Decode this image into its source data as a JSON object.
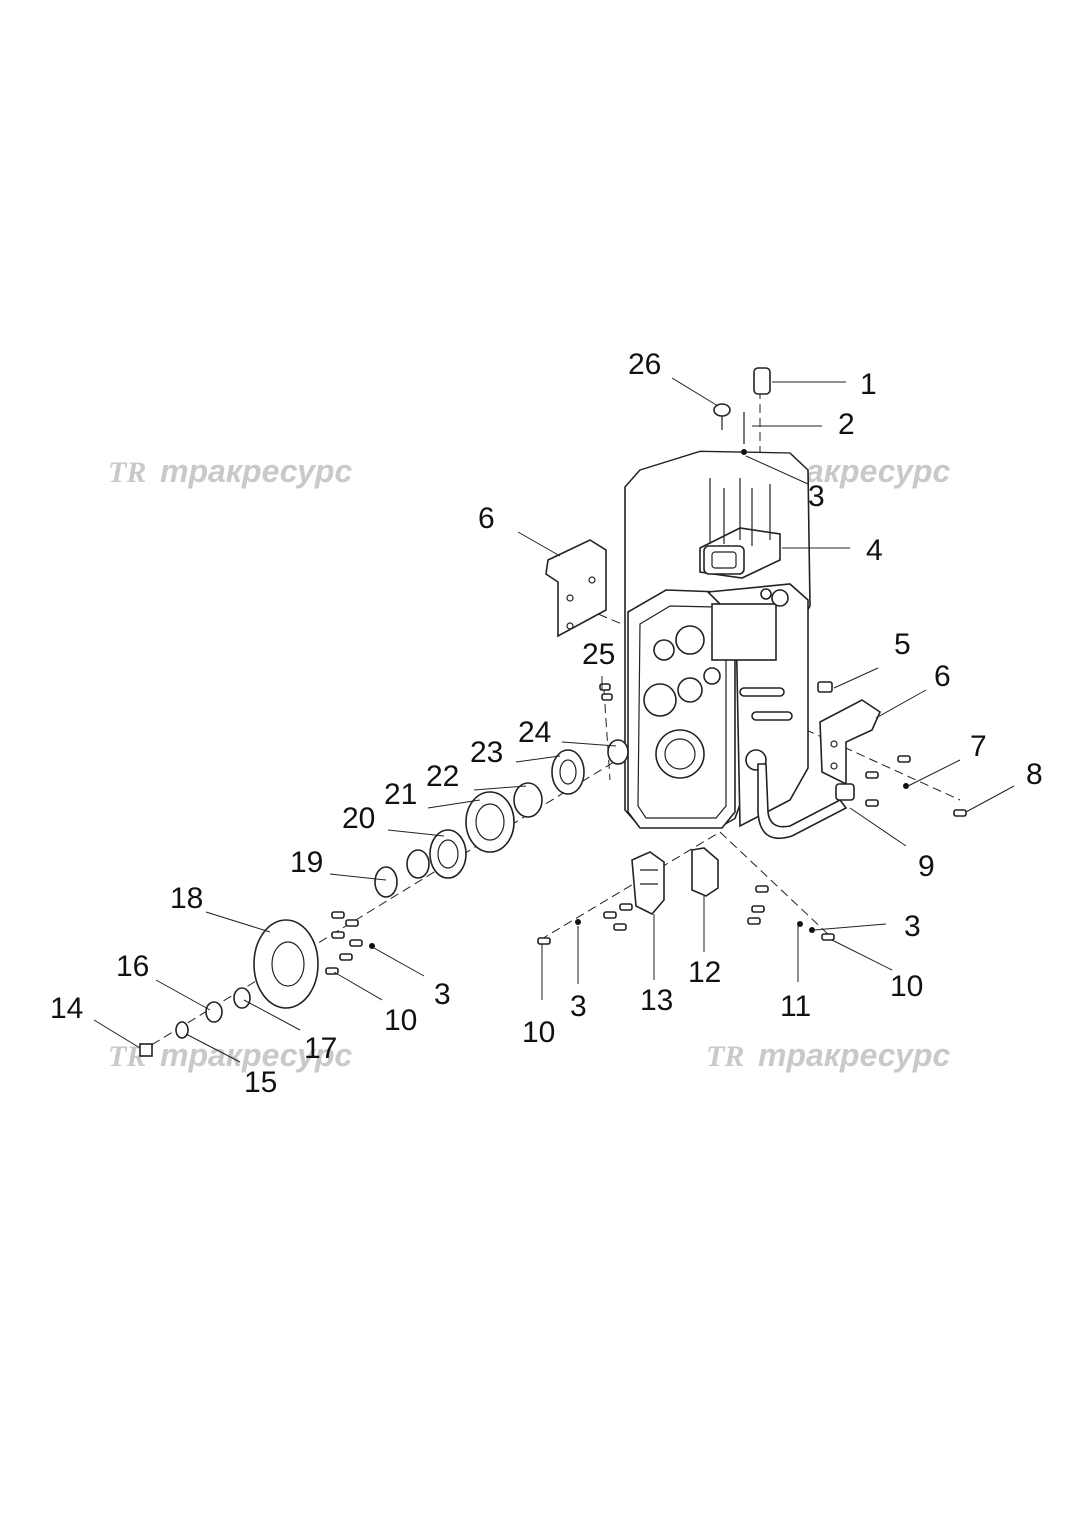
{
  "watermark": {
    "logo": "TR",
    "text": "тракресурс",
    "color": "#c9c9c9"
  },
  "callouts": {
    "c1": "1",
    "c2": "2",
    "c3a": "3",
    "c4": "4",
    "c5": "5",
    "c6a": "6",
    "c6b": "6",
    "c7": "7",
    "c8": "8",
    "c9": "9",
    "c3b": "3",
    "c10a": "10",
    "c11": "11",
    "c12": "12",
    "c13": "13",
    "c3c": "3",
    "c10b": "10",
    "c3d": "3",
    "c10c": "10",
    "c14": "14",
    "c15": "15",
    "c16": "16",
    "c17": "17",
    "c18": "18",
    "c19": "19",
    "c20": "20",
    "c21": "21",
    "c22": "22",
    "c23": "23",
    "c24": "24",
    "c25": "25",
    "c26": "26"
  }
}
